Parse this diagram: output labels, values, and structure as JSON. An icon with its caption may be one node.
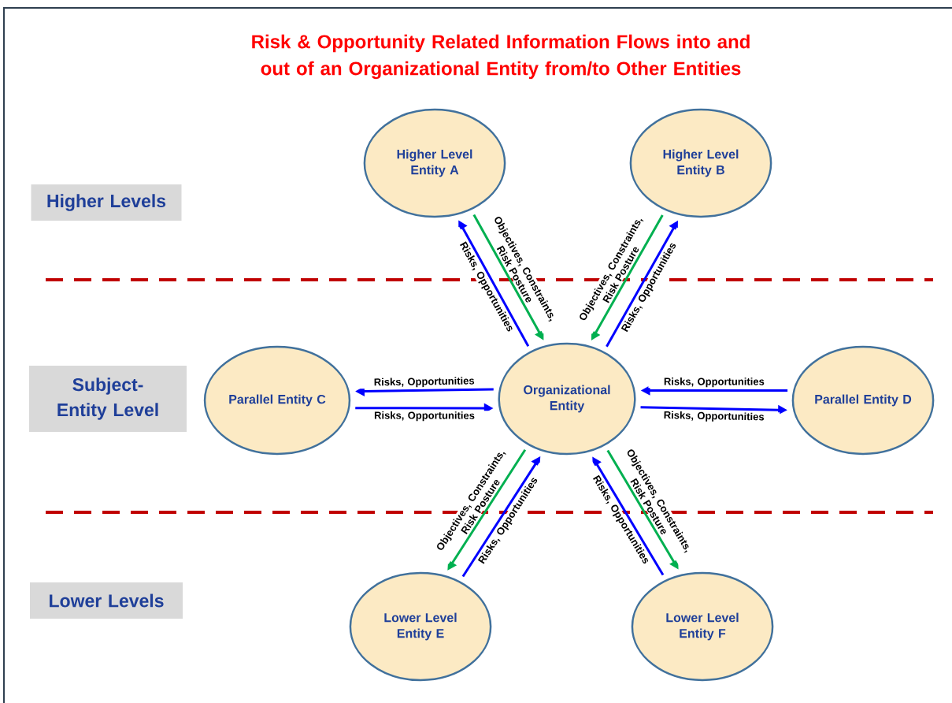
{
  "diagram": {
    "title": "Risk & Opportunity Related Information Flows into and out of an Organizational Entity from/to Other Entities",
    "nodes": [
      {
        "text": [
          "Higher Level Entity A"
        ]
      },
      {
        "text": [
          "Higher Level Entity B"
        ]
      },
      {
        "text": [
          "Higher Levels"
        ]
      },
      {
        "text": [
          "Subject-Entity Level"
        ]
      },
      {
        "text": [
          "Parallel Entity C"
        ]
      },
      {
        "text": [
          "Organizational Entity"
        ]
      },
      {
        "text": [
          "Parallel Entity D"
        ]
      },
      {
        "text": [
          "Lower Levels"
        ]
      },
      {
        "text": [
          "Lower Level Entity E"
        ]
      },
      {
        "text": [
          "Lower Level Entity F"
        ]
      }
    ],
    "edges": [
      {
        "from": 0,
        "to": 5,
        "arrow": "to",
        "label": "Objectives, Constraints, Risk Posture",
        "color": "#00b050"
      },
      {
        "from": 5,
        "to": 0,
        "arrow": "to",
        "label": "Risks, Opportunities"
      },
      {
        "from": 1,
        "to": 5,
        "arrow": "to",
        "label": "Objectives, Constraints, Risk Posture",
        "color": "#00b050"
      },
      {
        "from": 5,
        "to": 1,
        "arrow": "to",
        "label": "Risks, Opportunities"
      },
      {
        "from": 5,
        "to": 4,
        "arrow": "to",
        "label": "Risks, Opportunities"
      },
      {
        "from": 4,
        "to": 5,
        "arrow": "to",
        "label": "Risks, Opportunities"
      },
      {
        "from": 6,
        "to": 5,
        "arrow": "to",
        "label": "Risks, Opportunities"
      },
      {
        "from": 5,
        "to": 6,
        "arrow": "to",
        "label": "Risks, Opportunities"
      },
      {
        "from": 5,
        "to": 8,
        "arrow": "to",
        "label": "Objectives, Constraints, Risk Posture",
        "color": "#00b050"
      },
      {
        "from": 8,
        "to": 5,
        "arrow": "to",
        "label": "Risks, Opportunities"
      },
      {
        "from": 5,
        "to": 9,
        "arrow": "to",
        "label": "Objectives, Constraints, Risk Posture",
        "color": "#00b050"
      },
      {
        "from": 9,
        "to": 5,
        "arrow": "to",
        "label": "Risks, Opportunities"
      }
    ]
  }
}
